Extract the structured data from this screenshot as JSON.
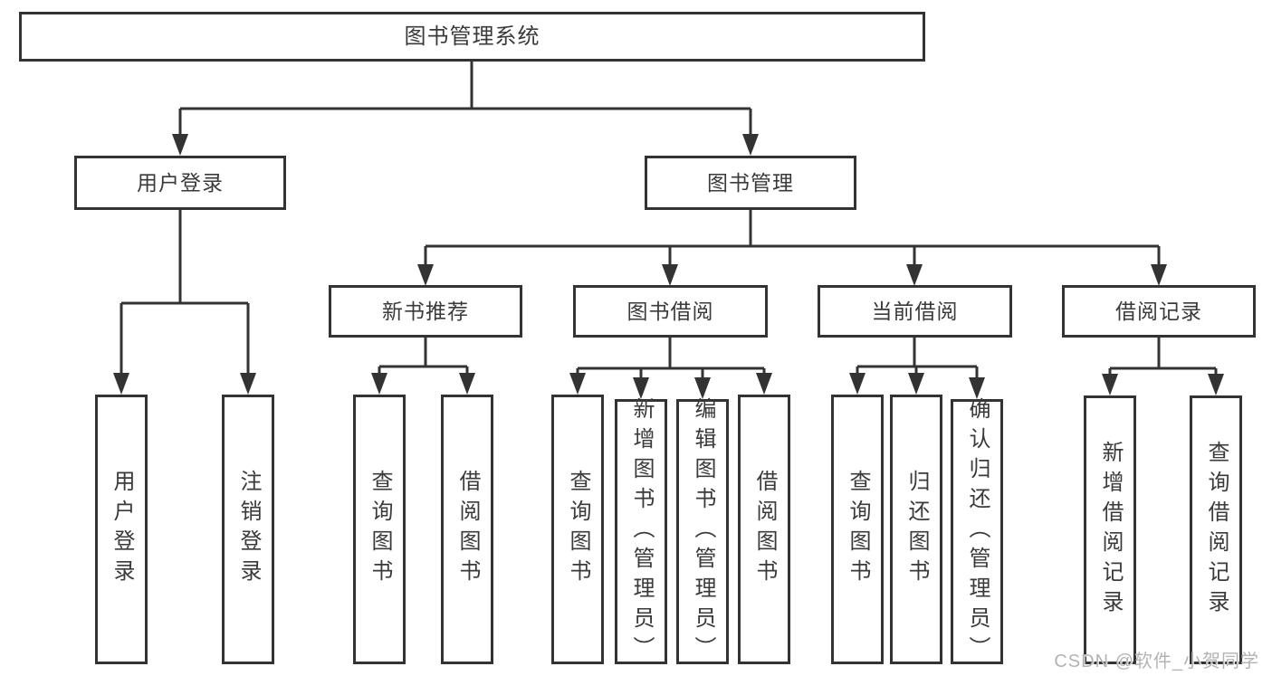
{
  "diagram": {
    "root": {
      "label": "图书管理系统"
    },
    "level2": [
      {
        "label": "用户登录"
      },
      {
        "label": "图书管理"
      }
    ],
    "level3": [
      {
        "label": "新书推荐"
      },
      {
        "label": "图书借阅"
      },
      {
        "label": "当前借阅"
      },
      {
        "label": "借阅记录"
      }
    ],
    "leaves": {
      "user_login": [
        {
          "label": "用户登录"
        },
        {
          "label": "注销登录"
        }
      ],
      "new_book": [
        {
          "label": "查询图书"
        },
        {
          "label": "借阅图书"
        }
      ],
      "book_borrow": [
        {
          "label": "查询图书"
        },
        {
          "label": "新增图书（管理员）"
        },
        {
          "label": "编辑图书（管理员）"
        },
        {
          "label": "借阅图书"
        }
      ],
      "current_borrow": [
        {
          "label": "查询图书"
        },
        {
          "label": "归还图书"
        },
        {
          "label": "确认归还（管理员）"
        }
      ],
      "borrow_records": [
        {
          "label": "新增借阅记录"
        },
        {
          "label": "查询借阅记录"
        }
      ]
    },
    "watermark": "CSDN @软件_小贺同学",
    "colors": {
      "line": "#333333",
      "text": "#3a3a3a",
      "watermark": "#b3b3b3",
      "background": "#ffffff"
    }
  }
}
